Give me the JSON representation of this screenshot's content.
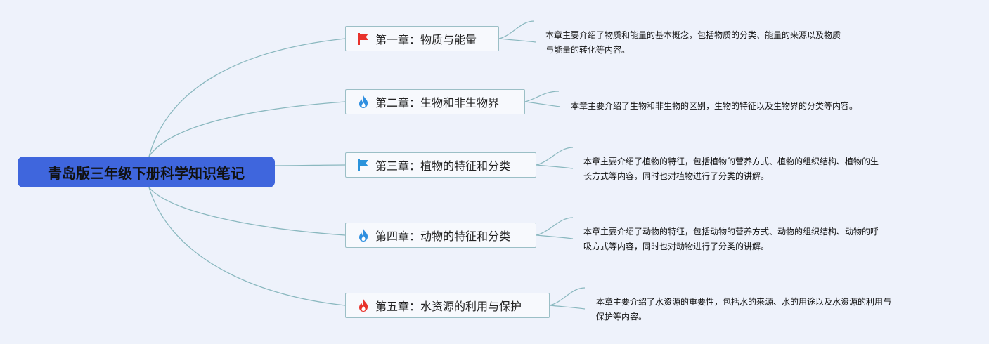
{
  "root": {
    "title": "青岛版三年级下册科学知识笔记"
  },
  "chapters": [
    {
      "title": "第一章：物质与能量",
      "icon": "red-flag-icon",
      "icon_color": "#e8322b",
      "note_lines": [
        "本章主要介绍了物质和能量的基本概念，包括物质的分类、能量的来源以及物质",
        "与能量的转化等内容。"
      ]
    },
    {
      "title": "第二章：生物和非生物界",
      "icon": "blue-flame-icon",
      "icon_color": "#2f8fe0",
      "note_lines": [
        "本章主要介绍了生物和非生物的区别，生物的特征以及生物界的分类等内容。"
      ]
    },
    {
      "title": "第三章：植物的特征和分类",
      "icon": "blue-flag-icon",
      "icon_color": "#2b93db",
      "note_lines": [
        "本章主要介绍了植物的特征，包括植物的营养方式、植物的组织结构、植物的生",
        "长方式等内容，同时也对植物进行了分类的讲解。"
      ]
    },
    {
      "title": "第四章：动物的特征和分类",
      "icon": "blue-flame-icon",
      "icon_color": "#2f8fe0",
      "note_lines": [
        "本章主要介绍了动物的特征，包括动物的营养方式、动物的组织结构、动物的呼",
        "吸方式等内容，同时也对动物进行了分类的讲解。"
      ]
    },
    {
      "title": "第五章：水资源的利用与保护",
      "icon": "red-flame-icon",
      "icon_color": "#e8322b",
      "note_lines": [
        "本章主要介绍了水资源的重要性，包括水的来源、水的用途以及水资源的利用与",
        "保护等内容。"
      ]
    }
  ],
  "colors": {
    "root_fill": "#3f66dd",
    "link_stroke": "#8ab8bf",
    "topic_border": "#9bbfc6"
  }
}
